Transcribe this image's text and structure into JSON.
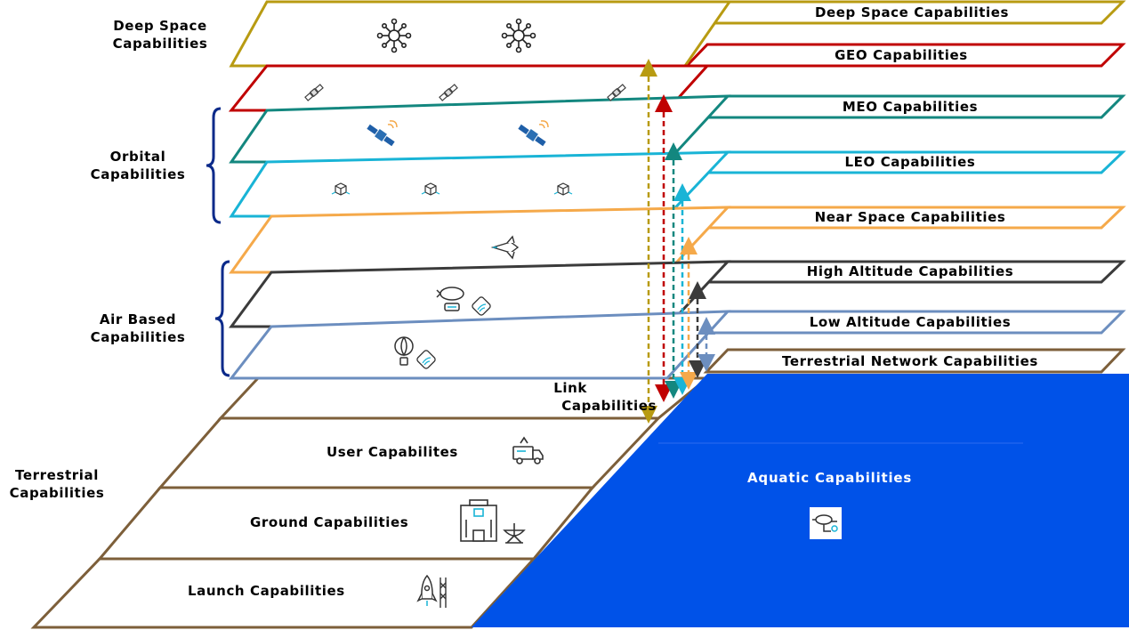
{
  "colors": {
    "deep_space": "#b89b12",
    "geo": "#c00000",
    "meo": "#13877f",
    "leo": "#19b4d6",
    "near_space": "#f5a94a",
    "high_altitude": "#3b3b3b",
    "low_altitude": "#6c8ebf",
    "terrestrial": "#7d5f3a",
    "aquatic": "#0052e8",
    "brace": "#0b2a8a"
  },
  "groups": {
    "deep_space": [
      "Deep Space",
      "Capabilities"
    ],
    "orbital": [
      "Orbital",
      "Capabilities"
    ],
    "air_based": [
      "Air Based",
      "Capabilities"
    ],
    "terrestrial": [
      "Terrestrial",
      "Capabilities"
    ],
    "link": [
      "Link",
      "Capabilities"
    ]
  },
  "tags": {
    "deep_space": "Deep Space Capabilities",
    "geo": "GEO Capabilities",
    "meo": "MEO Capabilities",
    "leo": "LEO Capabilities",
    "near_space": "Near Space Capabilities",
    "high_altitude": "High Altitude Capabilities",
    "low_altitude": "Low Altitude Capabilities",
    "terrestrial_network": "Terrestrial Network Capabilities"
  },
  "terrestrial_layers": {
    "user": "User Capabilites",
    "ground": "Ground Capabilities",
    "launch": "Launch Capabilities"
  },
  "aquatic": "Aquatic Capabilities",
  "icons": {
    "deep_space": "network-node-icon",
    "geo": "satellite-icon",
    "meo": "satellite-dish-icon",
    "leo": "cube-satellite-icon",
    "near_space": "spaceplane-icon",
    "high_altitude": "airship-icon",
    "low_altitude": "balloon-icon",
    "user": "vehicle-terminal-icon",
    "ground": "ground-station-icon",
    "launch": "rocket-icon",
    "aquatic": "submarine-icon"
  }
}
